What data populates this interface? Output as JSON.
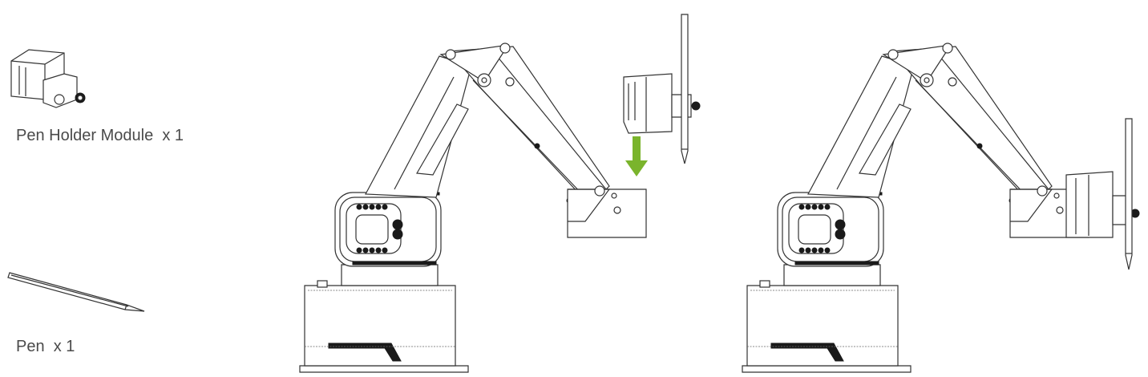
{
  "parts": {
    "pen_holder": {
      "label": "Pen Holder Module  x 1"
    },
    "pen": {
      "label": "Pen  x 1"
    }
  },
  "colors": {
    "arrow": "#7ab42c",
    "line": "#333333",
    "text": "#4a4a4a"
  },
  "icons": [
    "pen-holder-module-illustration",
    "pen-illustration",
    "robot-arm-illustration",
    "down-arrow-icon"
  ]
}
